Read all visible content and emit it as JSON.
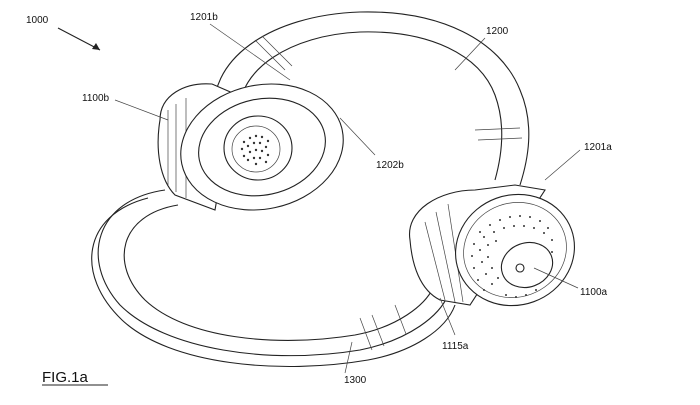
{
  "figure": {
    "caption": "FIG.1a",
    "labels": {
      "ref_1000": "1000",
      "ref_1201b": "1201b",
      "ref_1200": "1200",
      "ref_1100b": "1100b",
      "ref_1202b": "1202b",
      "ref_1201a": "1201a",
      "ref_1100a": "1100a",
      "ref_1115a": "1115a",
      "ref_1300": "1300"
    }
  }
}
